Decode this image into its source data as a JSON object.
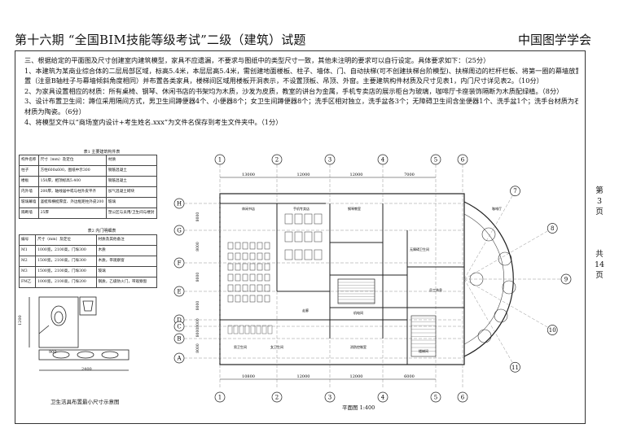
{
  "header": {
    "title": "第十六期 “全国BIM技能等级考试”二级（建筑）试题",
    "org": "中国图学学会"
  },
  "requirements": [
    "三、根据给定的平面图及尺寸创建室内建筑模型，家具不应遗漏，不要求与图纸中的类型尺寸一致，其他未注明的要求可以自行设定。具体要求如下：（25分）",
    "1、本建筑为某商业综合体的二层局部区域，标高5.4米，本层层高5.4米，需创建地面楼板、柱子、墙体、门、自动扶梯(可不创建扶梯台阶模型)、扶梯周边的栏杆栏板、将第一圈的幕墙放置在正确位",
    "置（注意B轴柱子与幕墙倾斜角度相同）并布置各类家具，楼梯间区域用楼板开洞表示，不设置顶板、吊顶、外窗。主要建筑构件材质及尺寸见表1，内门尺寸详见表2。（10分）",
    "2、为家具设置相应的材质：所有桌椅、钢琴、休闲书店的书架均为木质，沙发为皮质，教室的讲台为金属，手机专卖店的展示柜台为玻璃，咖啡厅卡座装饰隔断为木质配绿植。（8分）",
    "3、设计布置卫生间：蹲位采用隔间方式，男卫生间蹲便器4个、小便器8个；女卫生间蹲便器8个；洗手区相对独立，洗手盆各3个；无障碍卫生间含坐便器1个、洗手盆1个；洗手台材质为石材，卫生洁具",
    "材质为陶瓷。（6分）",
    "4、将模型文件以“商场室内设计+考生姓名.xxx”为文件名保存到考生文件夹中。（1分）"
  ],
  "side": {
    "page_prefix": "第",
    "page_num": "3",
    "page_suffix": "页",
    "total_prefix": "共",
    "total_num": "14",
    "total_suffix": "页"
  },
  "table1": {
    "caption": "表1 主要建筑构件表",
    "rows": [
      [
        "构件名称",
        "尺寸（mm）及定位",
        "材质"
      ],
      [
        "柱子",
        "方柱600x600，图纸中示300",
        "钢筋混凝土"
      ],
      [
        "楼板",
        "150厚，相顶标高5.400",
        "钢筋混凝土"
      ],
      [
        "内外墙",
        "200厚，轴线居中或与柱外皮平齐",
        "加气混凝土砌块"
      ],
      [
        "玻璃幕墙",
        "竖梃和横梃厚度、外边框距柱外皮200",
        "玻璃"
      ],
      [
        "隔断墙",
        "25厚",
        "塑公区与员用/卫生间与楼封"
      ]
    ]
  },
  "table2": {
    "caption": "表2 内门明细表",
    "rows": [
      [
        "编号",
        "尺寸（mm）及定位",
        "材质及其他备注"
      ],
      [
        "M1",
        "1000宽，2100高，门垛300",
        "木质"
      ],
      [
        "M2",
        "1500宽，2100高，门垛300",
        "木质，带观察窗"
      ],
      [
        "M3",
        "1500宽，2100高，门垛300",
        "玻璃"
      ],
      [
        "FM乙",
        "1000宽，2100高，门垛200",
        "钢质，乙级防火门，带观察窗"
      ]
    ]
  },
  "fixture": {
    "caption": "卫生洁具布置最小尺寸示意图",
    "dim_v": "1200",
    "dim_h1": "900",
    "dim_h2": "2400"
  },
  "plan": {
    "title": "平面图 1:400",
    "cols": [
      "1",
      "2",
      "3",
      "4",
      "5",
      "6"
    ],
    "rows": [
      "H",
      "G",
      "F",
      "E",
      "D",
      "C",
      "B",
      "A"
    ],
    "right_axes": [
      "7",
      "8",
      "9",
      "10",
      "11"
    ],
    "dims_top": [
      "13000",
      "12000",
      "12000",
      "7000"
    ],
    "dims_bottom": [
      "10800",
      "12000",
      "12000",
      "6000"
    ],
    "dims_left": [
      "8000",
      "8000",
      "8000",
      "8000",
      "8000",
      "8000",
      "8000"
    ],
    "room_labels": [
      "休闲书店",
      "手机专卖店",
      "钢琴教室",
      "咖啡厅",
      "男卫生间",
      "女卫生间",
      "无障碍卫生间",
      "楼梯间",
      "消防控制室",
      "机电间",
      "走廊",
      "员工休息"
    ]
  },
  "colors": {
    "line": "#222222",
    "grid": "#555555"
  }
}
